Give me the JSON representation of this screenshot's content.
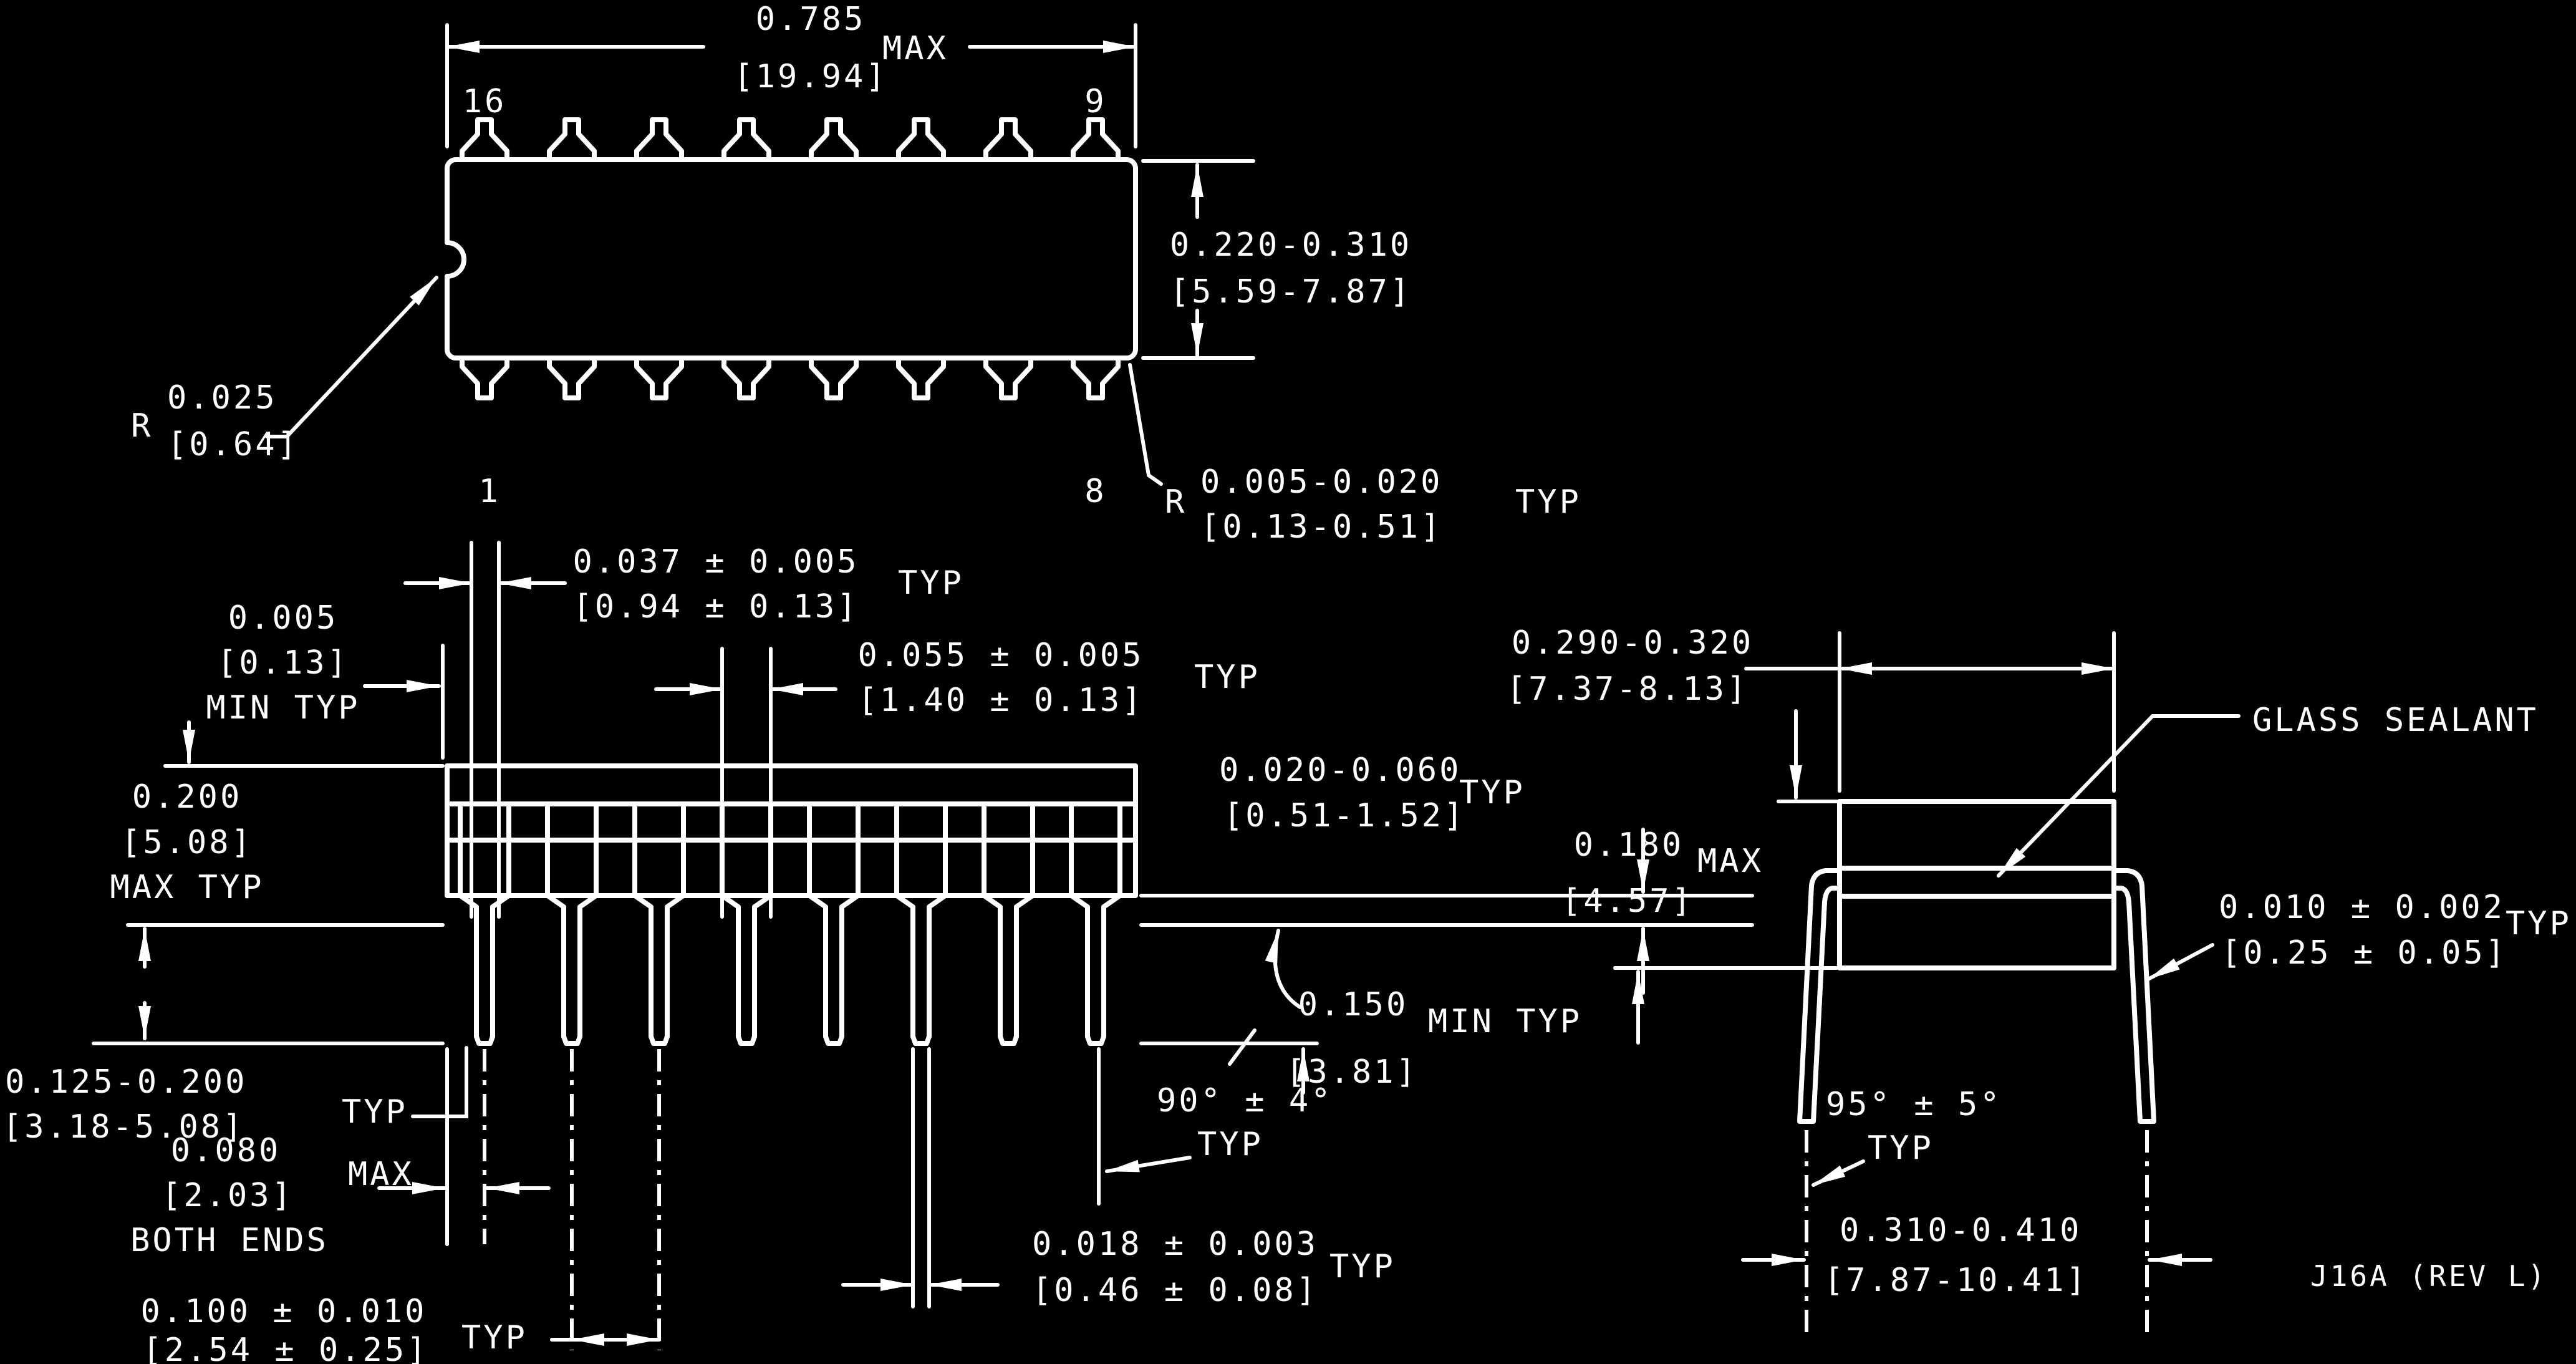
{
  "title": "J16A (REV L)",
  "colors": {
    "background": "#000000",
    "line": "#ffffff"
  },
  "top_view": {
    "pin16": "16",
    "pin9": "9",
    "pin1": "1",
    "pin8": "8",
    "width_dim": {
      "in": "0.785",
      "mm": "[19.94]",
      "suffix": "MAX"
    },
    "height_dim": {
      "in": "0.220-0.310",
      "mm": "[5.59-7.87]"
    },
    "notch_radius": {
      "prefix": "R",
      "in": "0.025",
      "mm": "[0.64]"
    },
    "corner_radius": {
      "prefix": "R",
      "in": "0.005-0.020",
      "mm": "[0.13-0.51]",
      "suffix": "TYP"
    }
  },
  "front_view": {
    "lead_width_braze": {
      "in": "0.037 ± 0.005",
      "mm": "[0.94 ± 0.13]",
      "suffix": "TYP"
    },
    "lid_offset": {
      "in": "0.005",
      "mm": "[0.13]",
      "suffix": "MIN TYP"
    },
    "lead_width_shoulder": {
      "in": "0.055 ± 0.005",
      "mm": "[1.40 ± 0.13]",
      "suffix": "TYP"
    },
    "standoff": {
      "in": "0.020-0.060",
      "mm": "[0.51-1.52]",
      "suffix": "TYP"
    },
    "body_height": {
      "in": "0.200",
      "mm": "[5.08]",
      "suffix": "MAX TYP"
    },
    "lead_below_seating": {
      "in": "0.150",
      "mm": "[3.81]",
      "suffix": "MIN TYP"
    },
    "lead_length": {
      "in": "0.125-0.200",
      "mm": "[3.18-5.08]",
      "suffix": "TYP"
    },
    "end_margin": {
      "in": "0.080",
      "mm": "[2.03]",
      "suffix": "MAX",
      "note": "BOTH ENDS"
    },
    "lead_angle": {
      "value": "90° ± 4°",
      "suffix": "TYP"
    },
    "lead_width_tip": {
      "in": "0.018 ± 0.003",
      "mm": "[0.46 ± 0.08]",
      "suffix": "TYP"
    },
    "lead_pitch": {
      "in": "0.100 ± 0.010",
      "mm": "[2.54 ± 0.25]",
      "suffix": "TYP"
    }
  },
  "end_view": {
    "body_width": {
      "in": "0.290-0.320",
      "mm": "[7.37-8.13]"
    },
    "glass_sealant": "GLASS SEALANT",
    "overall_height": {
      "in": "0.180",
      "mm": "[4.57]",
      "suffix": "MAX"
    },
    "lead_thickness": {
      "in": "0.010 ± 0.002",
      "mm": "[0.25 ± 0.05]",
      "suffix": "TYP"
    },
    "splay_angle": {
      "value": "95° ± 5°",
      "suffix": "TYP"
    },
    "tip_span": {
      "in": "0.310-0.410",
      "mm": "[7.87-10.41]"
    }
  },
  "footer": {
    "doc_id": "J16A (REV L)"
  }
}
